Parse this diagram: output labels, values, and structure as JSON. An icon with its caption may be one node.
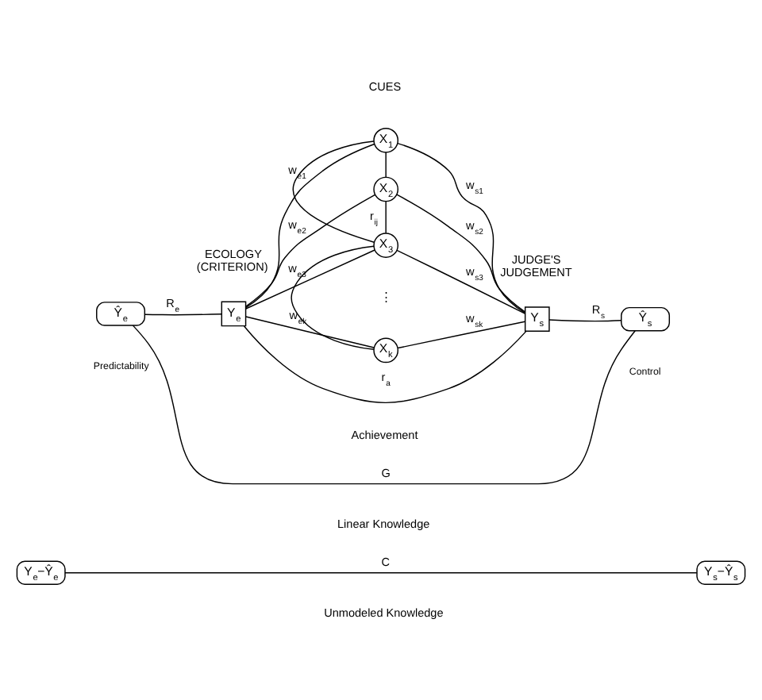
{
  "diagram": {
    "nodes": [
      {
        "text": [
          "X$_{1}$"
        ]
      },
      {
        "text": [
          "X$_{2}$"
        ]
      },
      {
        "text": [
          "Ŷ$_{e}$"
        ]
      },
      {
        "text": [
          "Y$_{e}$"
        ]
      },
      {
        "text": [
          "Y$_{s}$"
        ]
      },
      {
        "text": [
          "Ŷ$_{s}$"
        ]
      },
      {
        "text": [
          "X$_{3}$"
        ]
      },
      {
        "text": [
          "Y$_{e}$−Ŷ$_{e}$"
        ]
      },
      {
        "text": [
          "Y$_{s}$−Ŷ$_{s}$"
        ]
      },
      {
        "text": [
          "X$_{k}$"
        ]
      }
    ],
    "edges": [
      {
        "from": 3,
        "to": 0,
        "arrow": "none",
        "label": "w$_{e1}$"
      },
      {
        "from": 3,
        "to": 1,
        "arrow": "none",
        "label": "w$_{e2}$"
      },
      {
        "from": 3,
        "to": 6,
        "arrow": "none",
        "label": "w$_{e3}$"
      },
      {
        "from": 3,
        "to": 9,
        "arrow": "none",
        "label": "w$_{ek}$"
      },
      {
        "from": 0,
        "to": 4,
        "arrow": "none",
        "label": "w$_{s1}$"
      },
      {
        "from": 1,
        "to": 4,
        "arrow": "none",
        "label": "w$_{s2}$"
      },
      {
        "from": 6,
        "to": 4,
        "arrow": "none",
        "label": "w$_{s3}$"
      },
      {
        "from": 9,
        "to": 4,
        "arrow": "none",
        "label": "w$_{sk}$"
      },
      {
        "from": 0,
        "to": 1,
        "arrow": "none"
      },
      {
        "from": 0,
        "to": 6,
        "arrow": "none"
      },
      {
        "from": 1,
        "to": 6,
        "arrow": "none",
        "label": "r$_{ij}$"
      },
      {
        "from": 6,
        "to": 9,
        "arrow": "none"
      },
      {
        "from": 2,
        "to": 3,
        "arrow": "none",
        "label": "R$_{e}$"
      },
      {
        "from": 4,
        "to": 5,
        "arrow": "none",
        "label": "R$_{s}$"
      },
      {
        "from": 3,
        "to": 4,
        "arrow": "none",
        "label": "r$_{a}$"
      },
      {
        "from": 2,
        "to": 5,
        "arrow": "none",
        "label": "G"
      },
      {
        "from": 7,
        "to": 8,
        "arrow": "none",
        "label": "C"
      }
    ],
    "labels": [
      "CUES",
      "ECOLOGY (CRITERION)",
      "JUDGE'S JUDGEMENT",
      "Predictability",
      "Control",
      "⋮",
      "Achievement",
      "Linear Knowledge",
      "Unmodeled Knowledge"
    ]
  }
}
